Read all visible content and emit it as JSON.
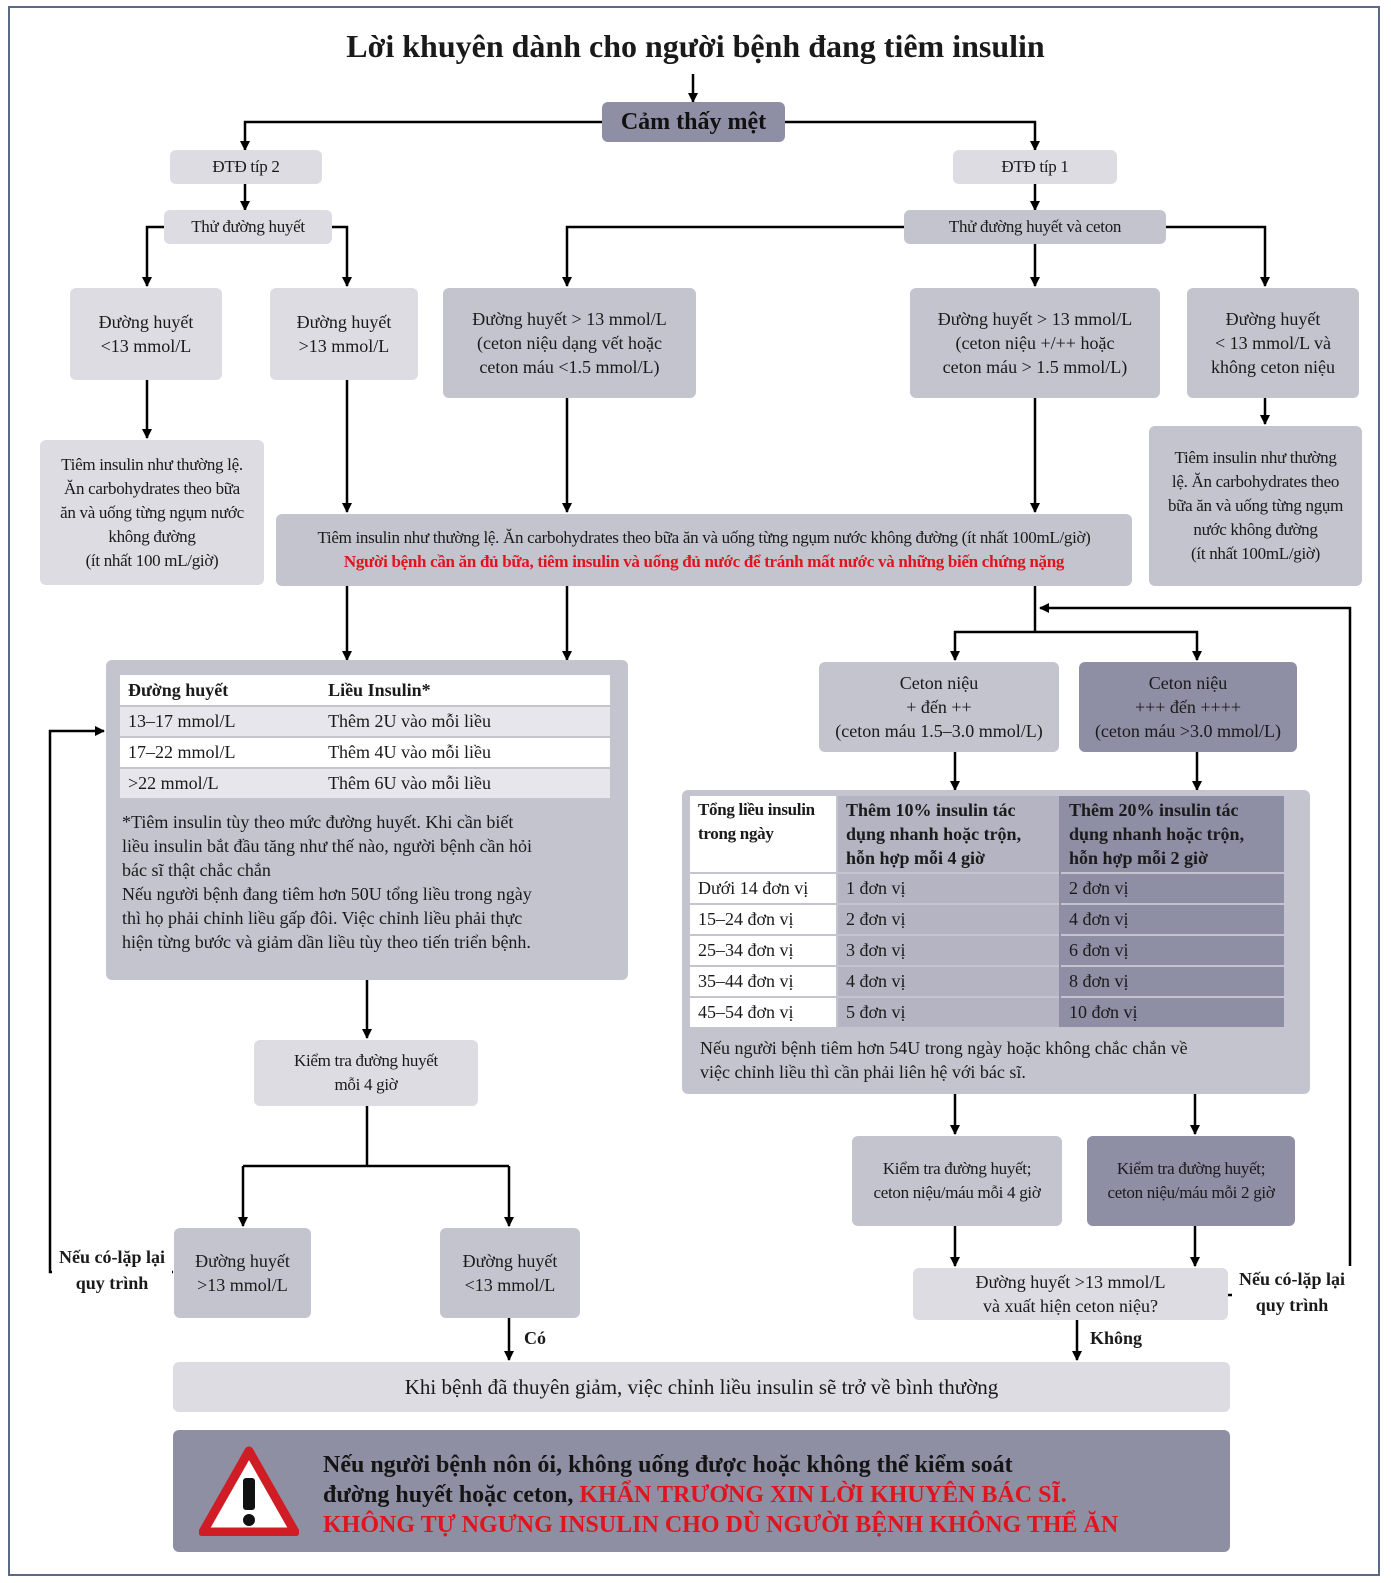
{
  "title": "Lời khuyên dành cho người bệnh đang tiêm insulin",
  "start": "Cảm thấy mệt",
  "type2": {
    "label": "ĐTĐ típ 2",
    "test": "Thử đường huyết",
    "low": "Đường huyết\n<13 mmol/L",
    "high": "Đường huyết\n>13 mmol/L",
    "low_action": "Tiêm insulin như thường lệ.\nĂn carbohydrates theo bữa\năn và uống từng ngụm nước\nkhông đường\n(ít nhất 100 mL/giờ)"
  },
  "type1": {
    "label": "ĐTĐ típ 1",
    "test": "Thử đường huyết và ceton",
    "trace": "Đường huyết > 13 mmol/L\n(ceton niệu dạng vết hoặc\nceton máu <1.5 mmol/L)",
    "ketone": "Đường huyết > 13 mmol/L\n(ceton niệu +/++ hoặc\nceton máu > 1.5 mmol/L)",
    "low": "Đường huyết\n< 13 mmol/L và\nkhông ceton niệu",
    "low_action": "Tiêm insulin như thường\nlệ. Ăn carbohydrates theo\nbữa ăn và uống từng ngụm\nnước không đường\n(ít nhất 100mL/giờ)"
  },
  "common": {
    "line1": "Tiêm insulin như thường lệ. Ăn carbohydrates theo bữa ăn và uống từng ngụm nước không đường (ít nhất 100mL/giờ)",
    "line2": "Người bệnh cần ăn đủ bữa, tiêm insulin và uống đủ nước để tránh mất nước và những biến chứng nặng"
  },
  "dose_table": {
    "headers": [
      "Đường huyết",
      "Liều Insulin*"
    ],
    "rows": [
      [
        "13–17 mmol/L",
        "Thêm 2U vào mỗi liều"
      ],
      [
        "17–22 mmol/L",
        "Thêm 4U vào mỗi liều"
      ],
      [
        ">22 mmol/L",
        "Thêm 6U vào mỗi liều"
      ]
    ],
    "note": "*Tiêm insulin tùy theo mức đường huyết. Khi cần biết\nliều insulin bắt đầu tăng như thế nào, người bệnh cần hỏi\nbác sĩ thật chắc chắn\nNếu người bệnh đang tiêm hơn 50U tổng liều trong ngày\nthì họ phải chỉnh liều gấp đôi. Việc chỉnh liều phải thực\nhiện từng bước và giảm dần liều tùy theo tiến triển bệnh."
  },
  "left_flow": {
    "check": "Kiểm tra đường huyết\nmỗi 4 giờ",
    "high": "Đường huyết\n>13 mmol/L",
    "low": "Đường huyết\n<13 mmol/L",
    "repeat": "Nếu có-lặp lại\nquy trình",
    "yes": "Có"
  },
  "ketone_levels": {
    "moderate": "Ceton niệu\n+ đến ++\n(ceton máu 1.5–3.0 mmol/L)",
    "severe": "Ceton niệu\n+++  đến  ++++\n(ceton máu >3.0 mmol/L)"
  },
  "ketone_table": {
    "headers": [
      "Tổng liều insulin\ntrong ngày",
      "Thêm 10% insulin tác\ndụng nhanh hoặc trộn,\nhỗn hợp mỗi 4 giờ",
      "Thêm 20% insulin tác\ndụng nhanh hoặc trộn,\nhỗn hợp mỗi 2 giờ"
    ],
    "rows": [
      [
        "Dưới 14 đơn vị",
        "1 đơn vị",
        "2 đơn vị"
      ],
      [
        "15–24 đơn vị",
        "2 đơn vị",
        "4 đơn vị"
      ],
      [
        "25–34 đơn vị",
        "3 đơn vị",
        "6 đơn vị"
      ],
      [
        "35–44 đơn vị",
        "4 đơn vị",
        "8 đơn vị"
      ],
      [
        "45–54 đơn vị",
        "5 đơn vị",
        "10 đơn vị"
      ]
    ],
    "note": "Nếu người bệnh tiêm hơn 54U trong ngày hoặc không chắc chắn về\nviệc chỉnh liều thì cần phải liên hệ với bác sĩ."
  },
  "right_flow": {
    "check4": "Kiểm tra đường huyết;\nceton niệu/máu mỗi 4 giờ",
    "check2": "Kiểm tra đường huyết;\nceton niệu/máu mỗi 2 giờ",
    "question": "Đường huyết >13 mmol/L\nvà xuất hiện ceton niệu?",
    "repeat": "Nếu có-lặp lại\nquy trình",
    "no": "Không"
  },
  "recovery": "Khi bệnh đã thuyên giảm, việc chỉnh liều insulin sẽ trở về bình thường",
  "warning": {
    "part1": "Nếu người bệnh nôn ói, không uống được hoặc không thể kiểm soát",
    "part2": "đường huyết hoặc ceton, ",
    "part3": "KHẨN TRƯƠNG XIN LỜI KHUYÊN BÁC SĨ.",
    "part4": "KHÔNG TỰ NGƯNG INSULIN CHO DÙ NGƯỜI BỆNH KHÔNG THỂ ĂN"
  },
  "colors": {
    "light_box": "#dcdce2",
    "mid_box": "#c4c4cf",
    "dark_box": "#8e8ea5",
    "warning_bg": "#8f8fa4",
    "alert_red": "#e0141e"
  }
}
